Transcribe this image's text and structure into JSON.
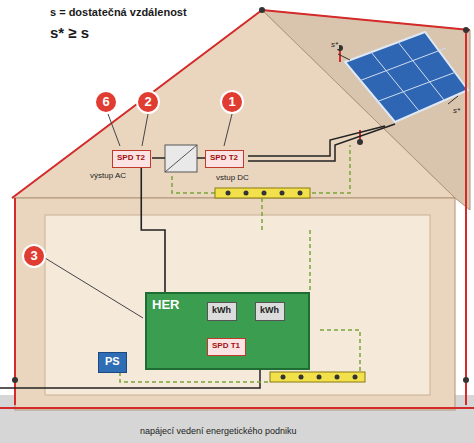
{
  "diagram": {
    "title": "s = dostatečná vzdálenost",
    "nodes": [
      {
        "text": [
          "SPD T2"
        ]
      },
      {
        "text": [
          "SPD T2"
        ]
      },
      {
        "text": [
          "HER"
        ]
      },
      {
        "text": [
          "kWh"
        ],
        "in": 2
      },
      {
        "text": [
          "kWh"
        ],
        "in": 2
      },
      {
        "text": [
          "SPD T1"
        ],
        "in": 2
      },
      {
        "text": [
          "PS"
        ]
      }
    ],
    "edges": [
      {
        "from": 0,
        "to": 2,
        "arrow": "none"
      }
    ],
    "labels": [
      "s* ≥ s",
      "s*",
      "s*",
      "6",
      "2",
      "1",
      "výstup AC",
      "vstup DC",
      "3",
      "napájecí vedení energetického podniku"
    ]
  }
}
